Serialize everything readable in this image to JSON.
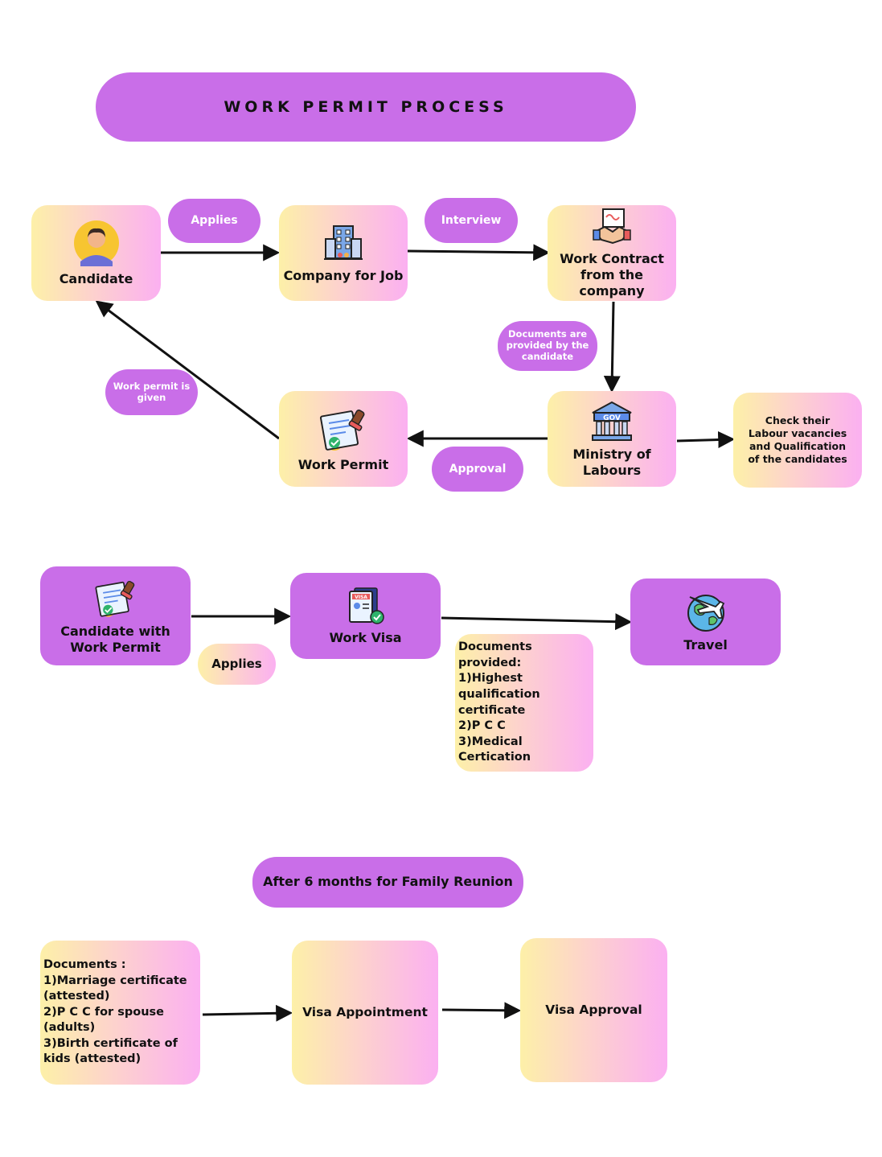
{
  "title": "WORK PERMIT PROCESS",
  "section1": {
    "candidate": "Candidate",
    "company": "Company for Job",
    "contract": "Work Contract from the company",
    "ministry": "Ministry of Labours",
    "check": "Check their Labour vacancies and Qualification of the candidates",
    "work_permit": "Work Permit",
    "label_applies": "Applies",
    "label_interview": "Interview",
    "label_documents": "Documents are provided by the candidate",
    "label_approval": "Approval",
    "label_permit_given": "Work permit is given",
    "gov_sign": "GOV"
  },
  "section2": {
    "candidate_permit": "Candidate with Work Permit",
    "work_visa": "Work Visa",
    "travel": "Travel",
    "label_applies": "Applies",
    "visa_sign": "VISA",
    "documents": [
      "Documents provided:",
      "1)Highest qualification certificate",
      "2)P C C",
      "3)Medical Certication"
    ]
  },
  "section3": {
    "heading": "After 6 months for Family Reunion",
    "documents": [
      "Documents :",
      "1)Marriage certificate (attested)",
      "2)P C C for spouse (adults)",
      "3)Birth certificate of kids (attested)"
    ],
    "appointment": "Visa Appointment",
    "approval": "Visa Approval"
  },
  "colors": {
    "purple": "#c96ee8",
    "gradient_start": "#fdf0a8",
    "gradient_end": "#fbb0f1"
  },
  "icons": [
    "person-icon",
    "office-building-icon",
    "handshake-contract-icon",
    "government-building-icon",
    "stamped-document-icon",
    "visa-card-icon",
    "globe-airplane-icon"
  ]
}
